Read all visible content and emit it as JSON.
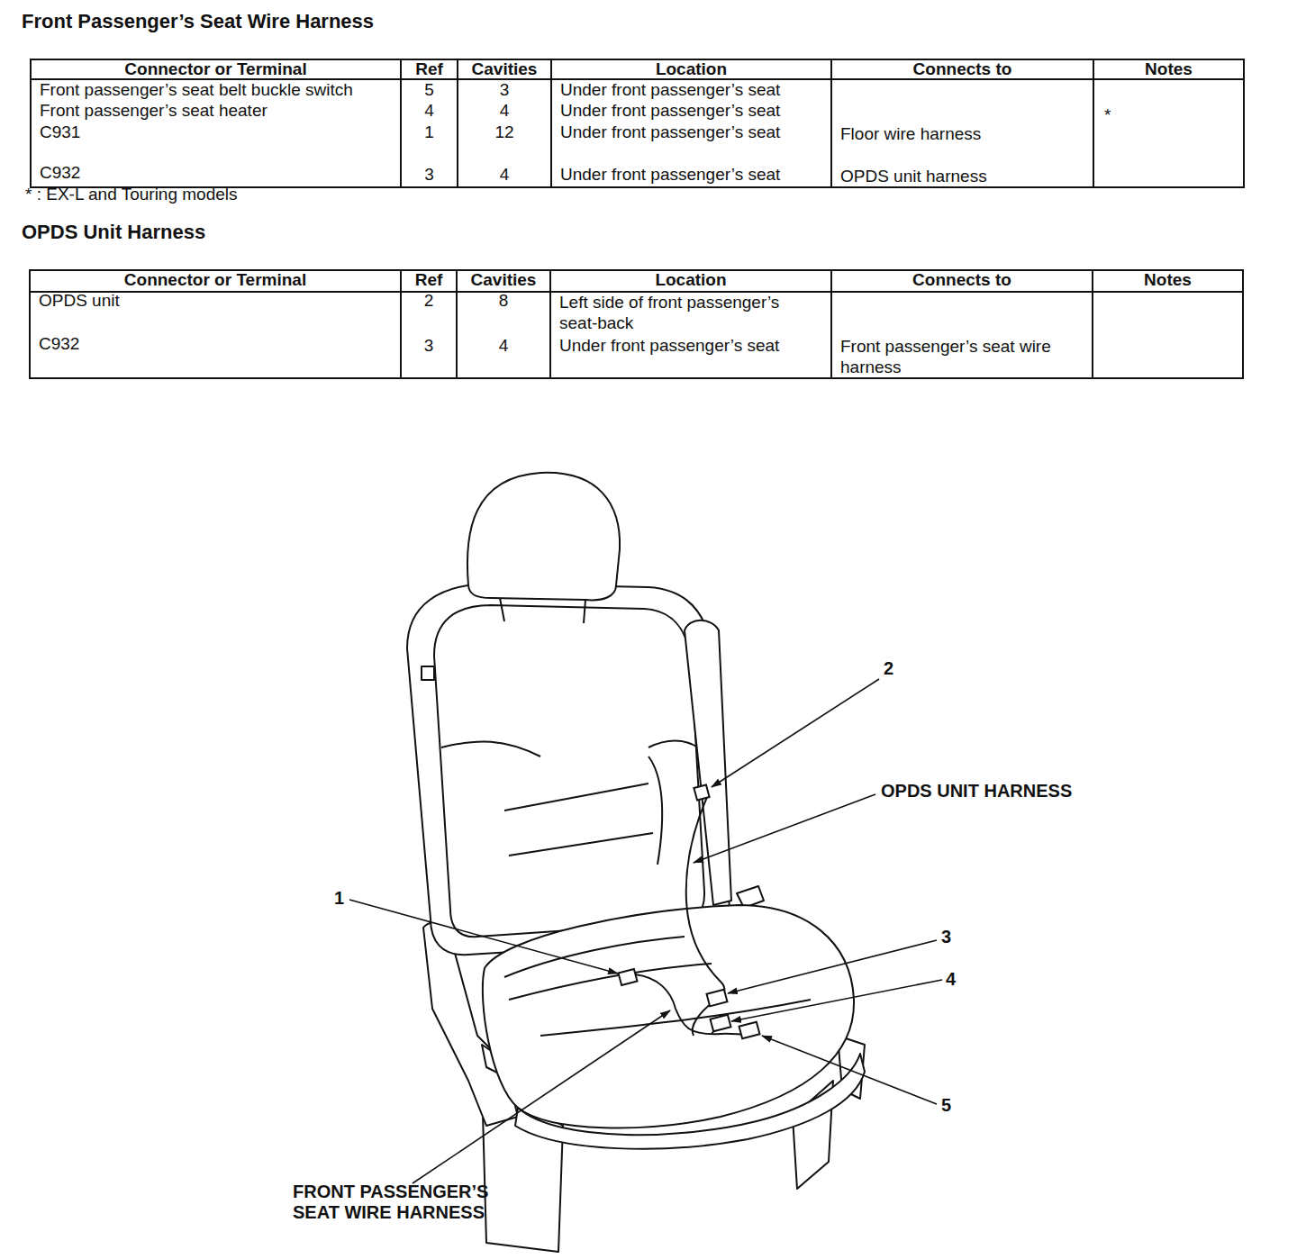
{
  "diagram": {
    "title": "Front Passenger’s Seat Wire Harness",
    "labels": [
      "OPDS Unit Harness",
      "Connector or Terminal",
      "Ref",
      "Cavities",
      "Location",
      "Connects to",
      "Notes",
      "Front passenger’s seat belt buckle switch",
      "5",
      "3",
      "Under front passenger’s seat",
      "Front passenger’s seat heater",
      "4",
      "4",
      "Under front passenger’s seat",
      "*",
      "C931",
      "1",
      "12",
      "Under front passenger’s seat",
      "Floor wire harness",
      "C932",
      "3",
      "4",
      "Under front passenger’s seat",
      "OPDS unit harness",
      "* : EX-L and Touring models",
      "Connector or Terminal",
      "Ref",
      "Cavities",
      "Location",
      "Connects to",
      "Notes",
      "OPDS unit",
      "2",
      "8",
      "Left side of front passenger’s seat-back",
      "C932",
      "3",
      "4",
      "Under front passenger’s seat",
      "Front passenger’s seat wire harness",
      "2",
      "OPDS UNIT HARNESS",
      "1",
      "3",
      "4",
      "5",
      "FRONT PASSENGER’S SEAT WIRE HARNESS"
    ]
  }
}
